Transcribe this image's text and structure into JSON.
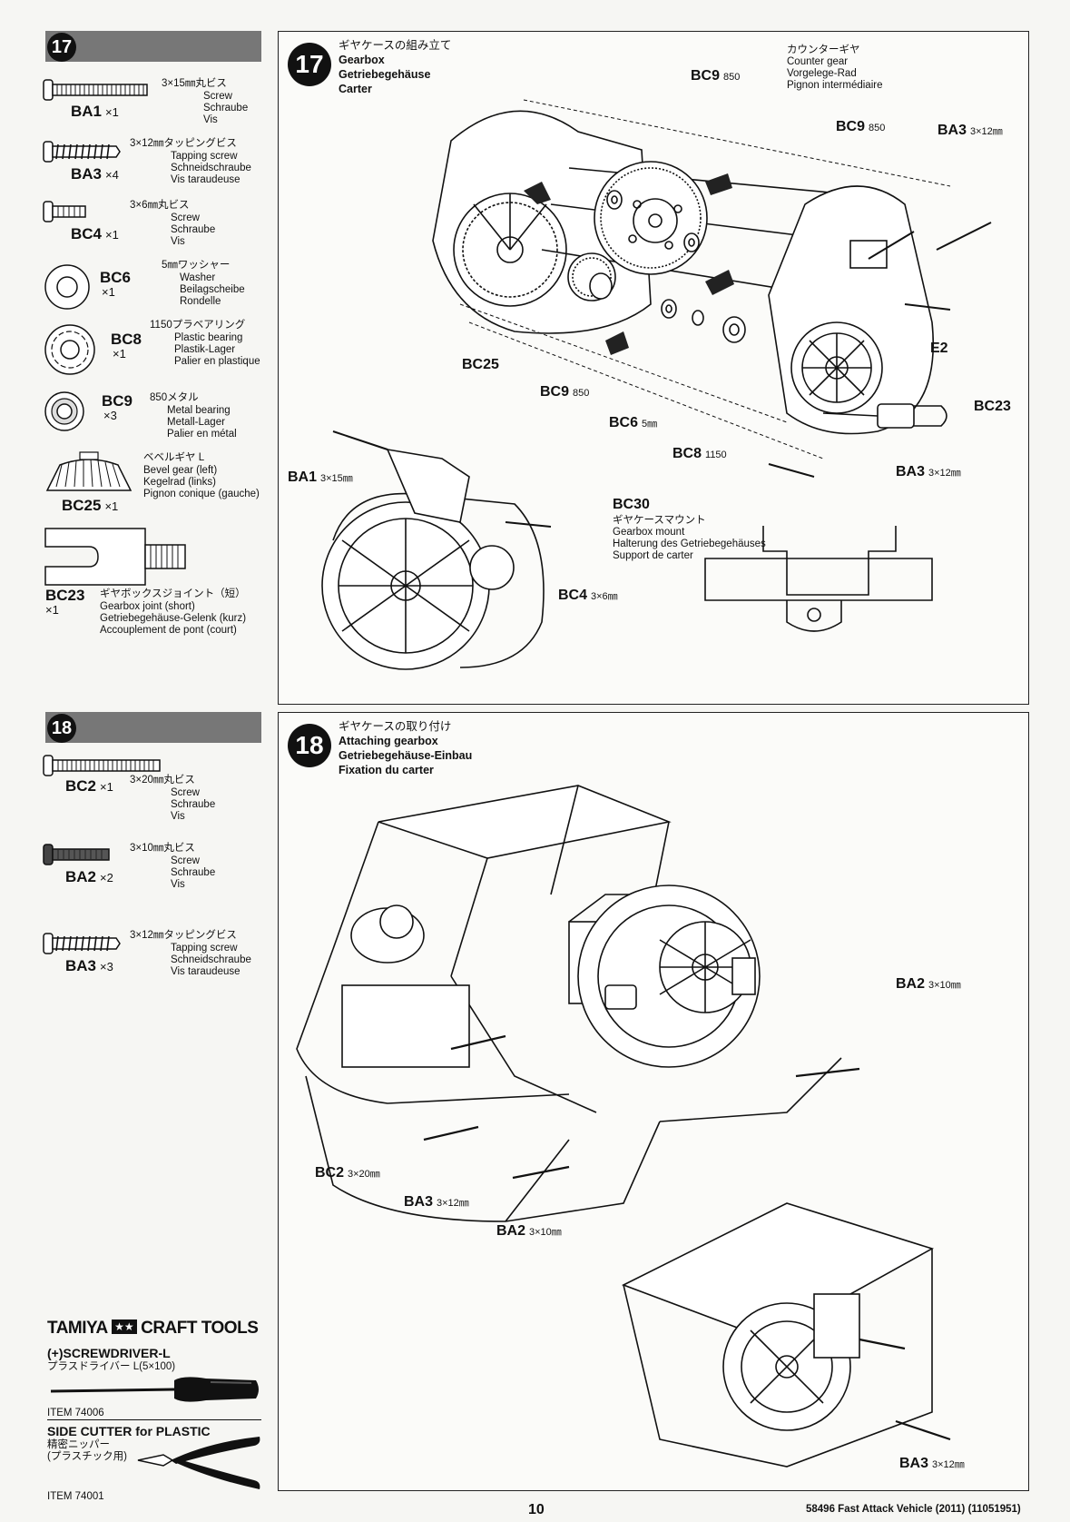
{
  "step17": {
    "number": "17",
    "title_jp": "ギヤケースの組み立て",
    "title_en": "Gearbox",
    "title_de": "Getriebegehäuse",
    "title_fr": "Carter",
    "parts": [
      {
        "code": "BA1",
        "qty": "×1",
        "size": "3×15㎜丸ビス",
        "en": "Screw",
        "de": "Schraube",
        "fr": "Vis"
      },
      {
        "code": "BA3",
        "qty": "×4",
        "size": "3×12㎜タッピングビス",
        "en": "Tapping screw",
        "de": "Schneidschraube",
        "fr": "Vis taraudeuse"
      },
      {
        "code": "BC4",
        "qty": "×1",
        "size": "3×6㎜丸ビス",
        "en": "Screw",
        "de": "Schraube",
        "fr": "Vis"
      },
      {
        "code": "BC6",
        "qty": "×1",
        "size": "5㎜ワッシャー",
        "en": "Washer",
        "de": "Beilagscheibe",
        "fr": "Rondelle"
      },
      {
        "code": "BC8",
        "qty": "×1",
        "size": "1150プラベアリング",
        "en": "Plastic bearing",
        "de": "Plastik-Lager",
        "fr": "Palier en plastique"
      },
      {
        "code": "BC9",
        "qty": "×3",
        "size": "850メタル",
        "en": "Metal bearing",
        "de": "Metall-Lager",
        "fr": "Palier en métal"
      },
      {
        "code": "BC25",
        "qty": "×1",
        "size": "ベベルギヤ L",
        "en": "Bevel gear (left)",
        "de": "Kegelrad (links)",
        "fr": "Pignon conique (gauche)"
      },
      {
        "code": "BC23",
        "qty": "×1",
        "size": "ギヤボックスジョイント（短）",
        "en": "Gearbox joint (short)",
        "de": "Getriebegehäuse-Gelenk (kurz)",
        "fr": "Accouplement de pont (court)"
      }
    ],
    "diagram_labels": {
      "counter_gear_jp": "カウンターギヤ",
      "counter_gear_en": "Counter gear",
      "counter_gear_de": "Vorgelege-Rad",
      "counter_gear_fr": "Pignon intermédiaire",
      "bc9_a": "BC9",
      "bc9_a_size": "850",
      "bc9_b": "BC9",
      "bc9_b_size": "850",
      "bc9_c": "BC9",
      "bc9_c_size": "850",
      "ba3_a": "BA3",
      "ba3_a_size": "3×12㎜",
      "ba3_b": "BA3",
      "ba3_b_size": "3×12㎜",
      "e2": "E2",
      "bc23": "BC23",
      "bc25": "BC25",
      "bc6": "BC6",
      "bc6_size": "5㎜",
      "bc8": "BC8",
      "bc8_size": "1150",
      "ba1": "BA1",
      "ba1_size": "3×15㎜",
      "bc30": "BC30",
      "bc30_jp": "ギヤケースマウント",
      "bc30_en": "Gearbox mount",
      "bc30_de": "Halterung des Getriebegehäuses",
      "bc30_fr": "Support de carter",
      "bc4": "BC4",
      "bc4_size": "3×6㎜"
    }
  },
  "step18": {
    "number": "18",
    "title_jp": "ギヤケースの取り付け",
    "title_en": "Attaching gearbox",
    "title_de": "Getriebegehäuse-Einbau",
    "title_fr": "Fixation du carter",
    "parts": [
      {
        "code": "BC2",
        "qty": "×1",
        "size": "3×20㎜丸ビス",
        "en": "Screw",
        "de": "Schraube",
        "fr": "Vis"
      },
      {
        "code": "BA2",
        "qty": "×2",
        "size": "3×10㎜丸ビス",
        "en": "Screw",
        "de": "Schraube",
        "fr": "Vis"
      },
      {
        "code": "BA3",
        "qty": "×3",
        "size": "3×12㎜タッピングビス",
        "en": "Tapping screw",
        "de": "Schneidschraube",
        "fr": "Vis taraudeuse"
      }
    ],
    "diagram_labels": {
      "ba2_a": "BA2",
      "ba2_a_size": "3×10㎜",
      "bc2": "BC2",
      "bc2_size": "3×20㎜",
      "ba3_a": "BA3",
      "ba3_a_size": "3×12㎜",
      "ba2_b": "BA2",
      "ba2_b_size": "3×10㎜",
      "ba3_b": "BA3",
      "ba3_b_size": "3×12㎜"
    }
  },
  "tools": {
    "brand_left": "TAMIYA",
    "brand_right": "CRAFT TOOLS",
    "screwdriver_name": "(+)SCREWDRIVER-L",
    "screwdriver_jp": "プラスドライバー L(5×100)",
    "screwdriver_item": "ITEM 74006",
    "cutter_name": "SIDE CUTTER for PLASTIC",
    "cutter_jp1": "精密ニッパー",
    "cutter_jp2": "(プラスチック用)",
    "cutter_item": "ITEM 74001"
  },
  "footer": {
    "page": "10",
    "model": "58496 Fast Attack Vehicle (2011) (11051951)"
  }
}
